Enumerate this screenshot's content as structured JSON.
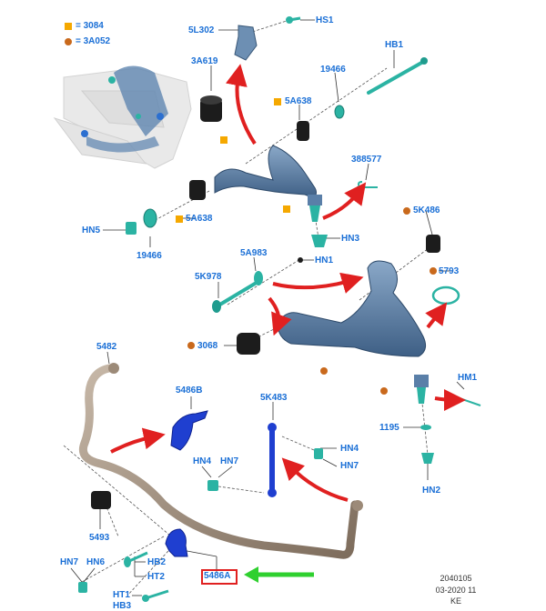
{
  "legend": {
    "square_text": "= 3084",
    "dot_text": "= 3A052",
    "square_color": "#f5a800",
    "dot_color": "#c9691c"
  },
  "labels": {
    "hs1": "HS1",
    "l5l302": "5L302",
    "hb1": "HB1",
    "l3a619": "3A619",
    "l19466_top": "19466",
    "l5a638_top": "5A638",
    "l388577": "388577",
    "hn5": "HN5",
    "l5a638_mid": "5A638",
    "l19466_mid": "19466",
    "hn3": "HN3",
    "l5k486": "5K486",
    "l5a983": "5A983",
    "hn1": "HN1",
    "l5793": "5793",
    "l5k978": "5K978",
    "l3068": "3068",
    "l5482": "5482",
    "l5486b": "5486B",
    "l5k483": "5K483",
    "hm1": "HM1",
    "l1195": "1195",
    "hn4_right": "HN4",
    "hn7_right": "HN7",
    "hn4_left": "HN4",
    "hn7_left": "HN7",
    "hn2": "HN2",
    "l5493": "5493",
    "hn7_bottom": "HN7",
    "hn6": "HN6",
    "hb2": "HB2",
    "ht2": "HT2",
    "l5486a": "5486A",
    "ht1": "HT1",
    "hb3": "HB3"
  },
  "footer": {
    "line1": "2040105",
    "line2": "03-2020 11",
    "line3": "KE"
  },
  "colors": {
    "label": "#1a6fd6",
    "arrow_red": "#e02020",
    "arrow_green": "#2fd02f",
    "part_blue": "#5a7fa8",
    "part_teal": "#2bb3a3",
    "part_black": "#1c1c1c",
    "bar_tan": "#9c8a78"
  }
}
